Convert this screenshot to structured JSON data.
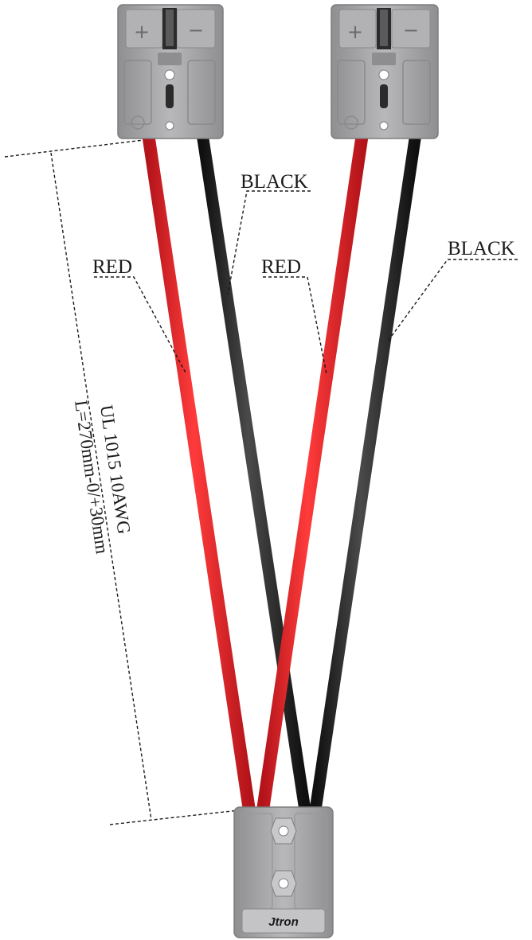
{
  "labels": {
    "wire_left_black": "BLACK",
    "wire_left_red": "RED",
    "wire_right_red": "RED",
    "wire_right_black": "BLACK"
  },
  "spec": {
    "gauge": "UL 1015 10AWG",
    "length": "L=270mm-0/+30mm"
  },
  "connectors": {
    "plus_sign": "+",
    "minus_sign": "−",
    "brand": "Jtron"
  },
  "colors": {
    "red_wire": "#e8262b",
    "black_wire": "#262626",
    "connector_body": "#a9a9ab"
  }
}
